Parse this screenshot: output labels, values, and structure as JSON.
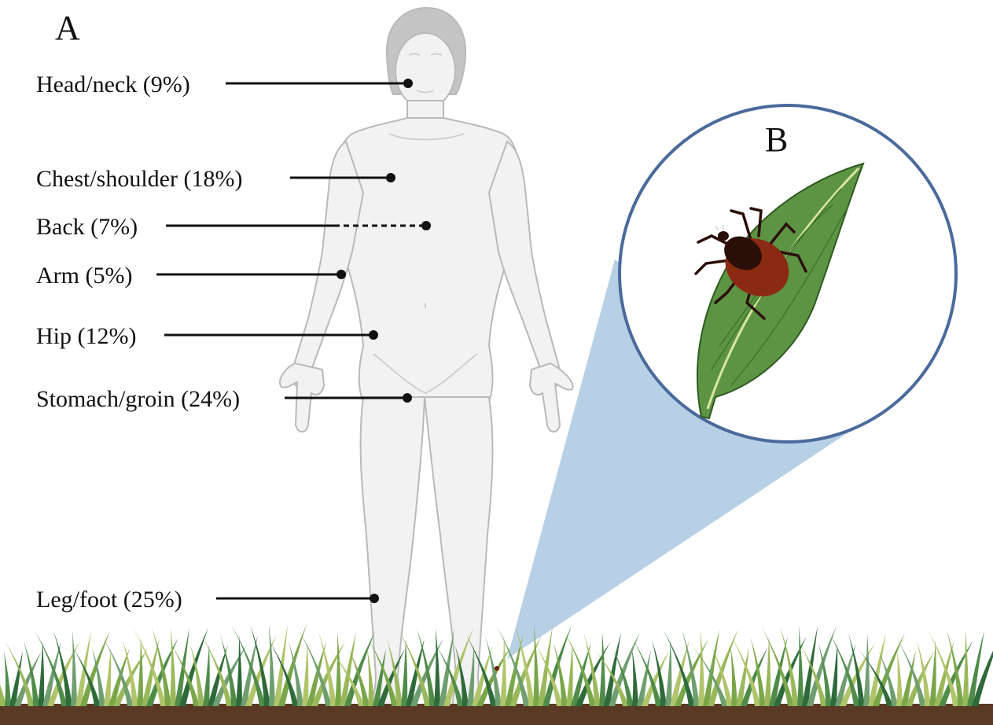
{
  "panels": {
    "a": "A",
    "b": "B"
  },
  "labels": [
    {
      "id": "head-neck",
      "text": "Head/neck (9%)",
      "percent": 9,
      "style": "solid"
    },
    {
      "id": "chest-shoulder",
      "text": "Chest/shoulder (18%)",
      "percent": 18,
      "style": "solid"
    },
    {
      "id": "back",
      "text": "Back (7%)",
      "percent": 7,
      "style": "partly-dashed"
    },
    {
      "id": "arm",
      "text": "Arm (5%)",
      "percent": 5,
      "style": "solid"
    },
    {
      "id": "hip",
      "text": "Hip (12%)",
      "percent": 12,
      "style": "solid"
    },
    {
      "id": "stomach-groin",
      "text": "Stomach/groin (24%)",
      "percent": 24,
      "style": "solid"
    },
    {
      "id": "leg-foot",
      "text": "Leg/foot (25%)",
      "percent": 25,
      "style": "solid"
    }
  ],
  "colors": {
    "body": "#f2f2f2",
    "body_outline": "#b9b9b9",
    "magnifier_ring": "#4a6a9c",
    "magnifier_beam": "#b8d0e6",
    "leaf": "#5d9443",
    "tick_body": "#8b2a12",
    "tick_shield": "#2a0e08",
    "soil": "#5a3a24",
    "grass": "#7aa64a"
  }
}
